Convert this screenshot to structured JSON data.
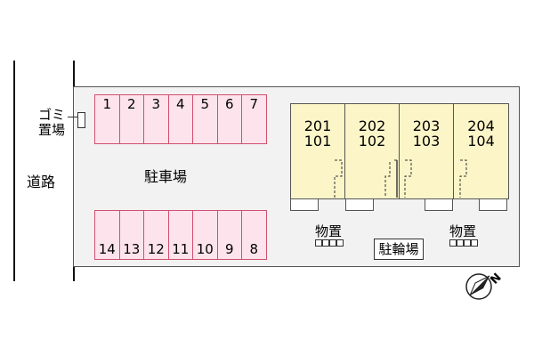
{
  "road_label": "道路",
  "garbage_label": [
    "ゴミ",
    "置場"
  ],
  "parking_label": "駐車場",
  "parking_top": [
    "1",
    "2",
    "3",
    "4",
    "5",
    "6",
    "7"
  ],
  "parking_bottom": [
    "14",
    "13",
    "12",
    "11",
    "10",
    "9",
    "8"
  ],
  "units": [
    {
      "upper": "201",
      "lower": "101"
    },
    {
      "upper": "202",
      "lower": "102"
    },
    {
      "upper": "203",
      "lower": "103"
    },
    {
      "upper": "204",
      "lower": "104"
    }
  ],
  "storage_left_label": "物置",
  "storage_right_label": "物置",
  "bicycle_label": "駐輪場",
  "north_label": "N",
  "colors": {
    "parking_fill": "#fde3ec",
    "parking_border": "#d0506e",
    "building_fill": "#fbf5c8",
    "site_fill": "#f2f2f2"
  }
}
